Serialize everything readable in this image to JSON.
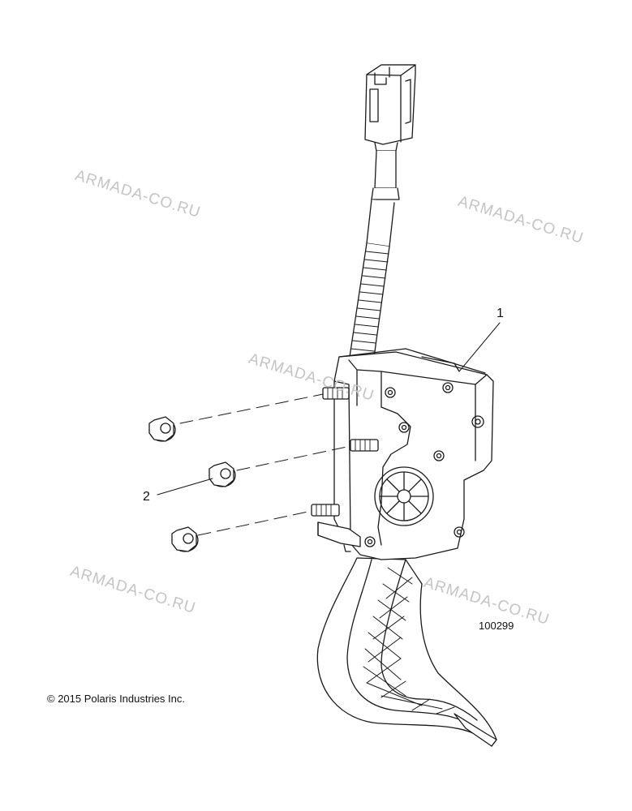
{
  "watermark": "ARMADA-CO.RU",
  "callouts": {
    "part1": "1",
    "part2": "2"
  },
  "drawing_number": "100299",
  "copyright": "© 2015 Polaris Industries Inc.",
  "colors": {
    "line": "#1a1a1a",
    "watermark": "#c4c4c4",
    "background": "#ffffff"
  }
}
